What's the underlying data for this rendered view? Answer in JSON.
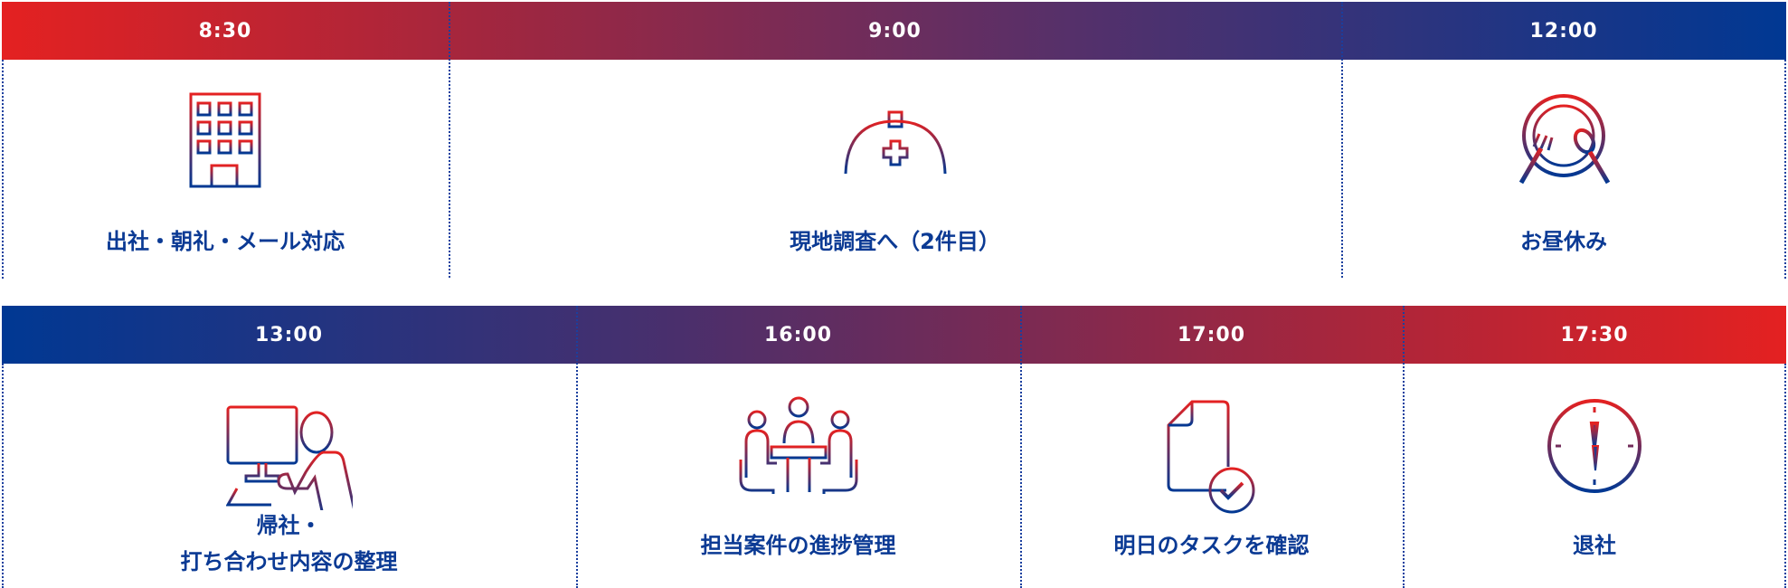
{
  "colors": {
    "red": "#e42121",
    "blue": "#003893",
    "text": "#0b3a94"
  },
  "schedule": [
    {
      "time": "8:30",
      "icon": "building-icon",
      "label": "出社・朝礼・メール対応"
    },
    {
      "time": "9:00",
      "icon": "helmet-icon",
      "label": "現地調査へ（2件目）"
    },
    {
      "time": "12:00",
      "icon": "meal-plate-icon",
      "label": "お昼休み"
    },
    {
      "time": "13:00",
      "icon": "computer-work-icon",
      "label_line1": "帰社・",
      "label_line2": "打ち合わせ内容の整理"
    },
    {
      "time": "16:00",
      "icon": "meeting-icon",
      "label": "担当案件の進捗管理"
    },
    {
      "time": "17:00",
      "icon": "document-check-icon",
      "label": "明日のタスクを確認"
    },
    {
      "time": "17:30",
      "icon": "clock-icon",
      "label": "退社"
    }
  ]
}
